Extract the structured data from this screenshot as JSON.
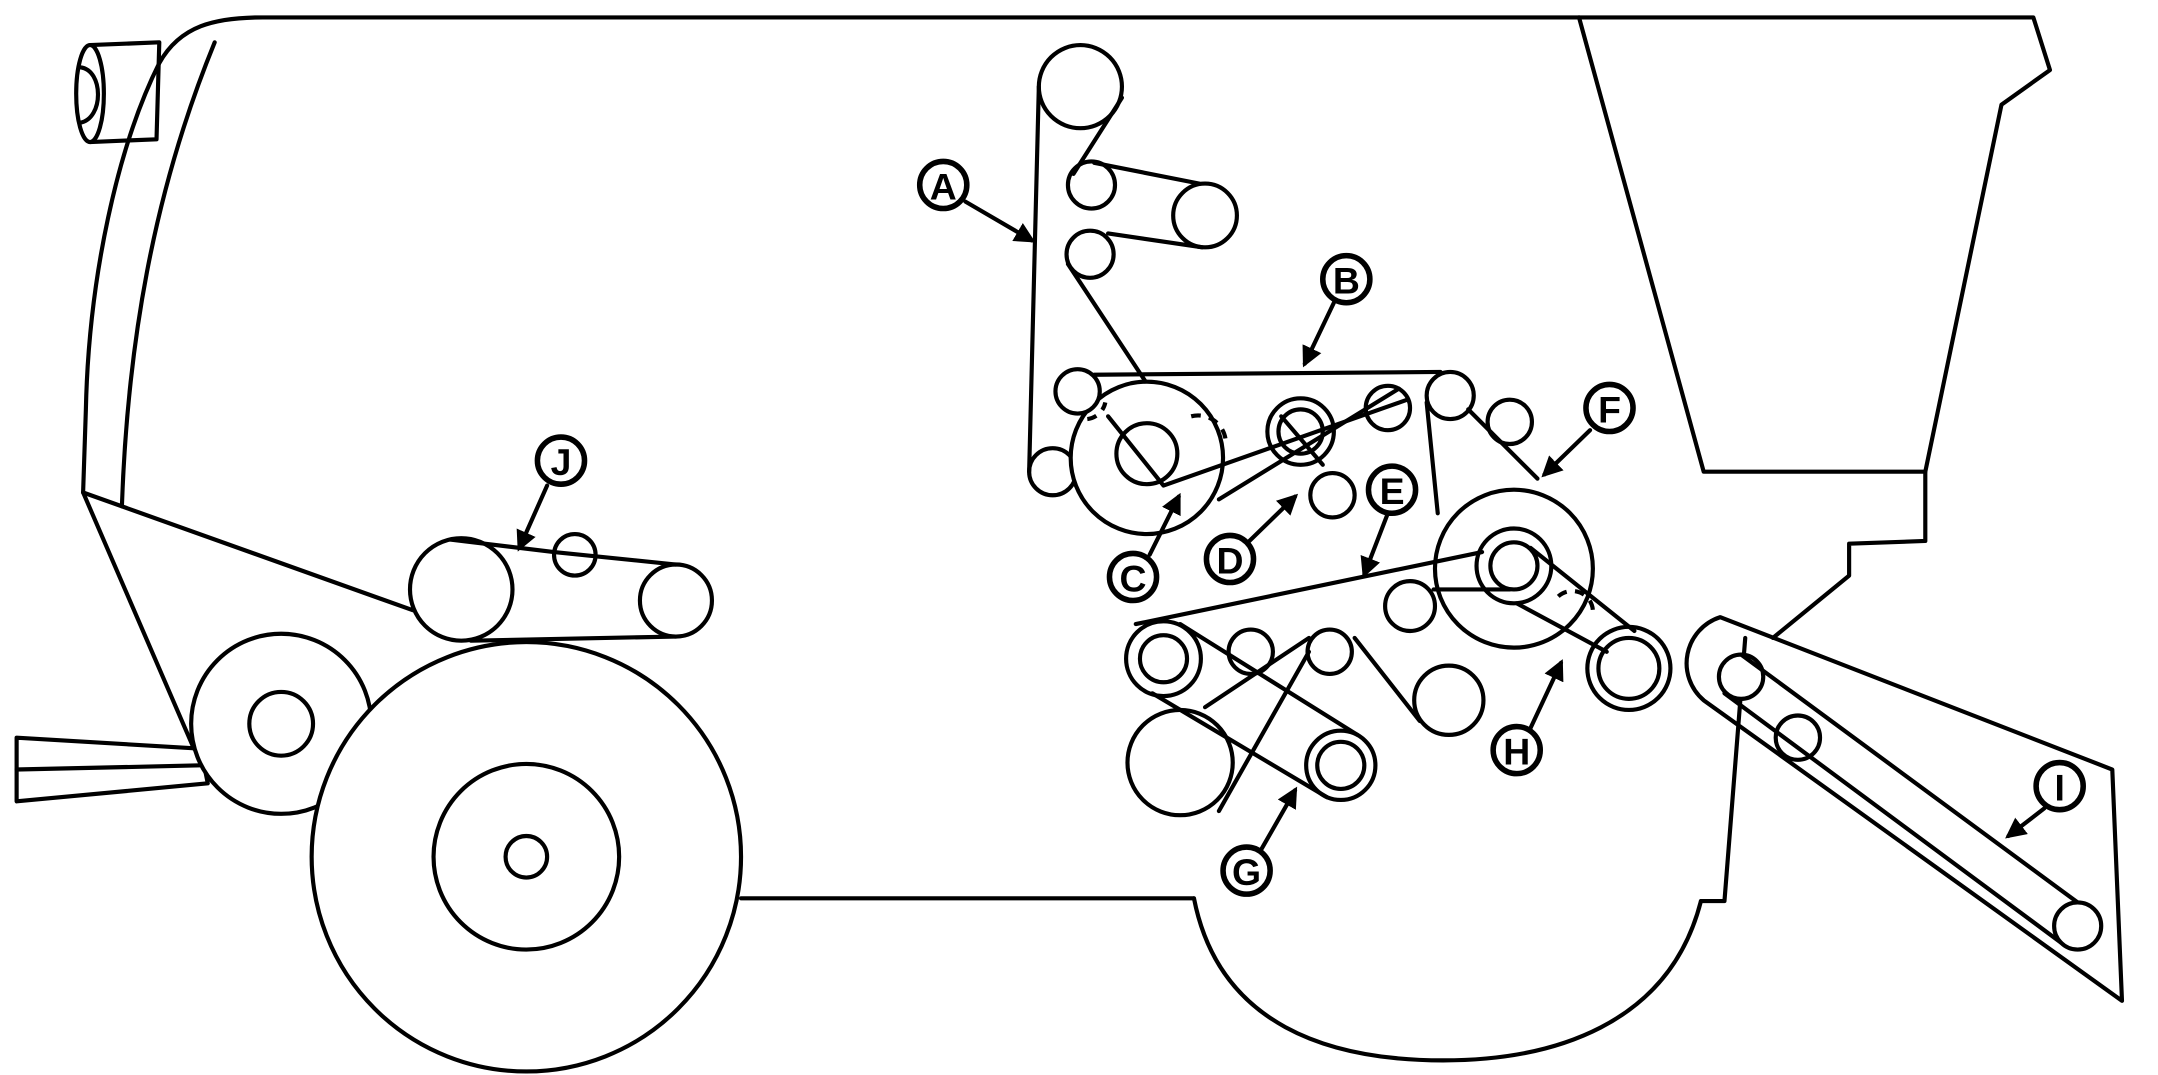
{
  "callouts": {
    "a": "A",
    "b": "B",
    "c": "C",
    "d": "D",
    "e": "E",
    "f": "F",
    "g": "G",
    "h": "H",
    "i": "I",
    "j": "J"
  },
  "colors": {
    "line": "#000000",
    "background": "#ffffff"
  }
}
